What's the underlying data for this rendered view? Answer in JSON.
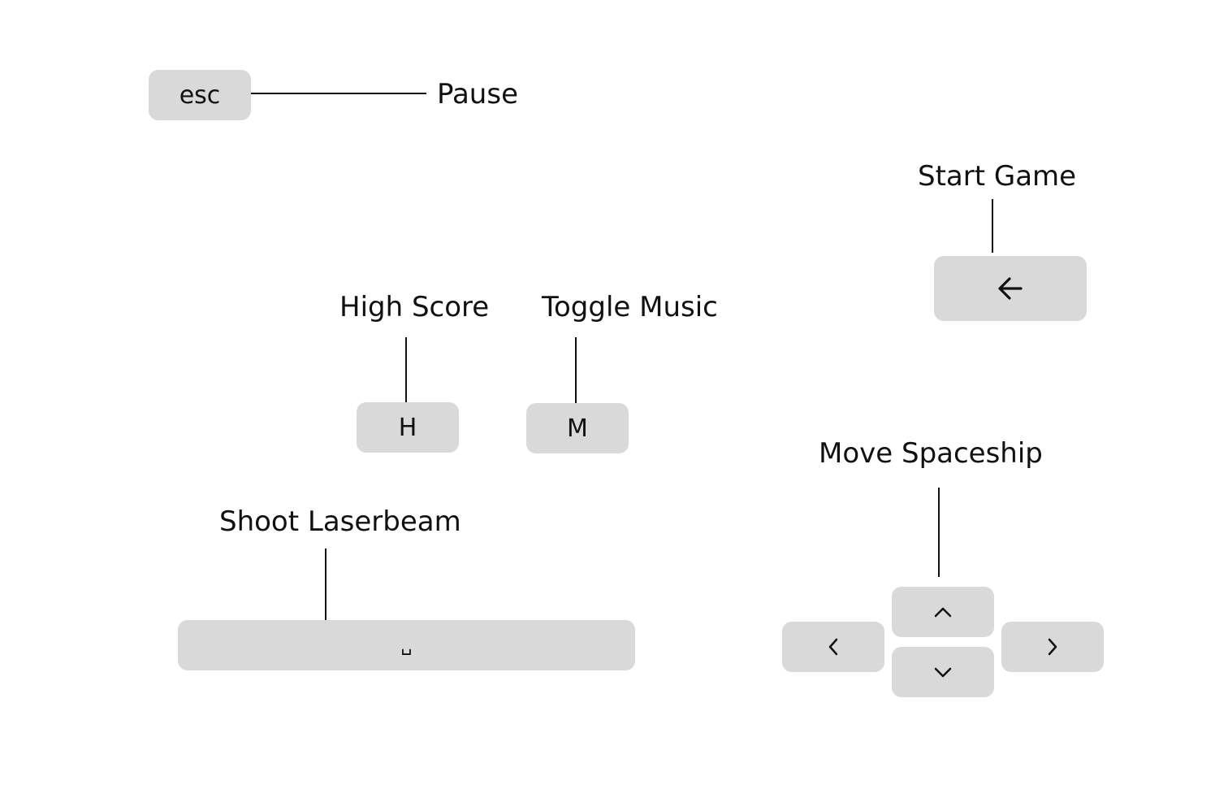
{
  "controls": {
    "pause": {
      "key": "esc",
      "action": "Pause"
    },
    "start_game": {
      "key_icon": "arrow-left-icon",
      "action": "Start Game"
    },
    "high_score": {
      "key": "H",
      "action": "High Score"
    },
    "toggle_music": {
      "key": "M",
      "action": "Toggle Music"
    },
    "shoot": {
      "key": "␣",
      "action": "Shoot Laserbeam"
    },
    "move": {
      "action": "Move Spaceship",
      "keys": [
        "chevron-up-icon",
        "chevron-left-icon",
        "chevron-down-icon",
        "chevron-right-icon"
      ]
    }
  },
  "colors": {
    "key_background": "#d9d9d9",
    "text": "#111111",
    "line": "#111111",
    "background": "#ffffff"
  }
}
